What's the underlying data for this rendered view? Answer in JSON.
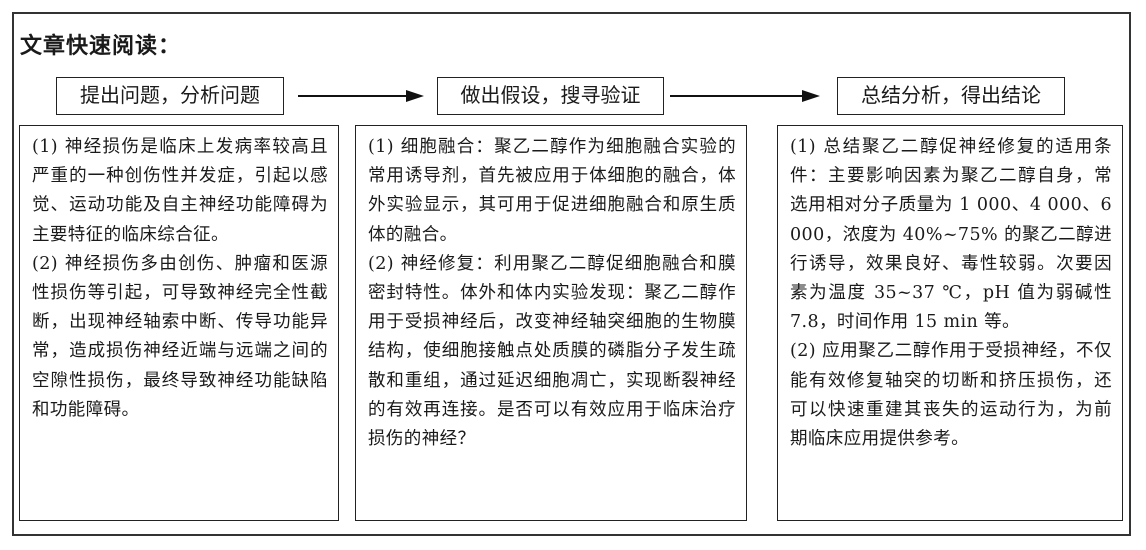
{
  "title": "文章快速阅读：",
  "stages": [
    {
      "label": "提出问题，分析问题",
      "paragraphs": [
        "(1) 神经损伤是临床上发病率较高且严重的一种创伤性并发症，引起以感觉、运动功能及自主神经功能障碍为主要特征的临床综合征。",
        "(2) 神经损伤多由创伤、肿瘤和医源性损伤等引起，可导致神经完全性截断，出现神经轴索中断、传导功能异常，造成损伤神经近端与远端之间的空隙性损伤，最终导致神经功能缺陷和功能障碍。"
      ]
    },
    {
      "label": "做出假设，搜寻验证",
      "paragraphs": [
        "(1) 细胞融合：聚乙二醇作为细胞融合实验的常用诱导剂，首先被应用于体细胞的融合，体外实验显示，其可用于促进细胞融合和原生质体的融合。",
        "(2) 神经修复：利用聚乙二醇促细胞融合和膜密封特性。体外和体内实验发现：聚乙二醇作用于受损神经后，改变神经轴突细胞的生物膜结构，使细胞接触点处质膜的磷脂分子发生疏散和重组，通过延迟细胞凋亡，实现断裂神经的有效再连接。是否可以有效应用于临床治疗损伤的神经？"
      ]
    },
    {
      "label": "总结分析，得出结论",
      "paragraphs": [
        "(1) 总结聚乙二醇促神经修复的适用条件：主要影响因素为聚乙二醇自身，常选用相对分子质量为 1 000、4 000、6 000，浓度为 40%~75% 的聚乙二醇进行诱导，效果良好、毒性较弱。次要因素为温度 35~37 ℃，pH 值为弱碱性 7.8，时间作用 15 min 等。",
        "(2) 应用聚乙二醇作用于受损神经，不仅能有效修复轴突的切断和挤压损伤，还可以快速重建其丧失的运动行为，为前期临床应用提供参考。"
      ]
    }
  ],
  "icons": [
    "arrow-right-icon",
    "arrow-right-icon"
  ]
}
